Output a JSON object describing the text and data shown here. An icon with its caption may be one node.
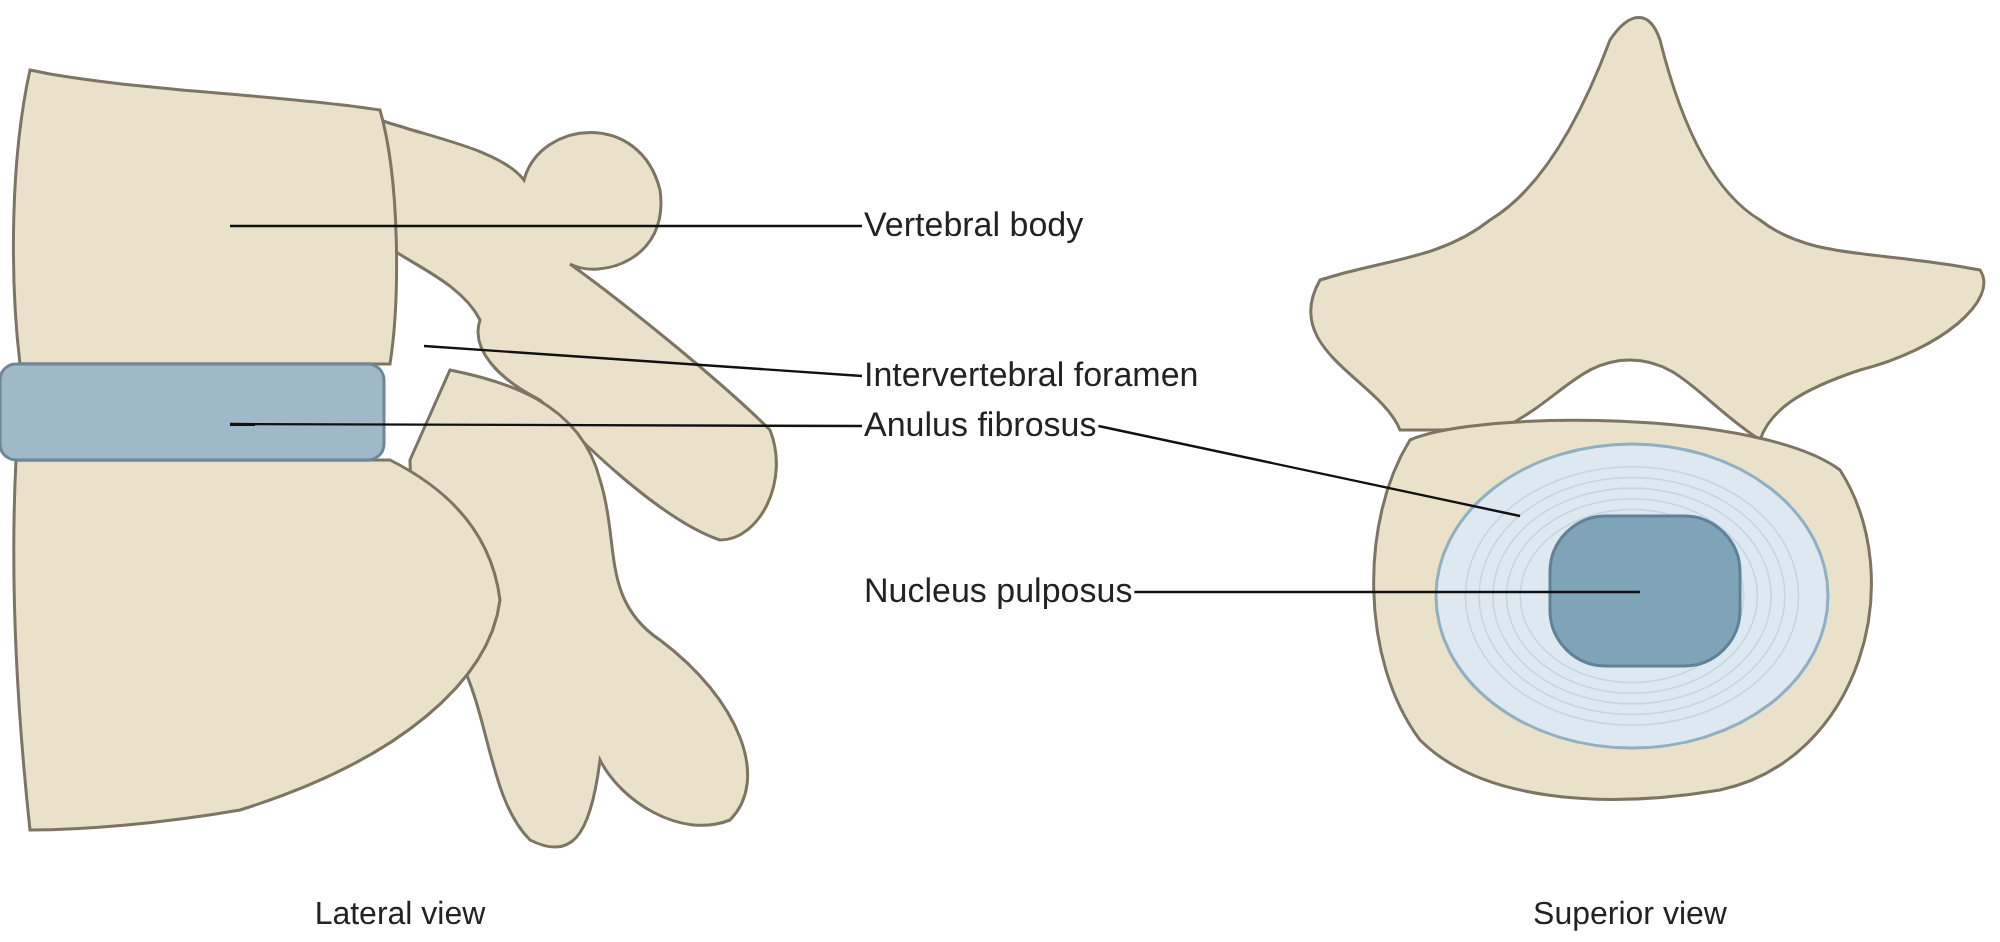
{
  "diagram": {
    "nodes": [
      {
        "text": [
          "Vertebral body"
        ]
      },
      {
        "text": [
          "Intervertebral foramen"
        ]
      },
      {
        "text": [
          "Anulus fibrosus"
        ]
      },
      {
        "text": [
          "Nucleus pulposus"
        ]
      },
      {
        "text": [],
        "shape": "picture"
      },
      {
        "text": [],
        "shape": "box"
      },
      {
        "text": [],
        "shape": "circle"
      },
      {
        "text": [],
        "shape": "box",
        "in": 6
      }
    ],
    "edges": [
      {
        "from": 0,
        "to": 4,
        "arrow": "none"
      },
      {
        "from": 1,
        "to": null,
        "arrow": "none"
      },
      {
        "from": 2,
        "to": 5,
        "arrow": "none"
      },
      {
        "from": 2,
        "to": 6,
        "arrow": "none"
      },
      {
        "from": 3,
        "to": 7,
        "arrow": "none"
      }
    ],
    "labels": [
      "Lateral view",
      "Superior view"
    ]
  }
}
